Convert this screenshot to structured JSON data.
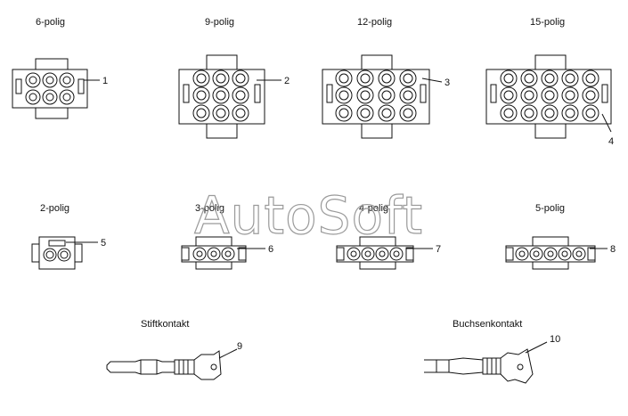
{
  "watermark": "AutoSoft",
  "connectors": [
    {
      "label": "6-polig",
      "callout": "1"
    },
    {
      "label": "9-polig",
      "callout": "2"
    },
    {
      "label": "12-polig",
      "callout": "3"
    },
    {
      "label": "15-polig",
      "callout": "4"
    },
    {
      "label": "2-polig",
      "callout": "5"
    },
    {
      "label": "3-polig",
      "callout": "6"
    },
    {
      "label": "4-polig",
      "callout": "7"
    },
    {
      "label": "5-polig",
      "callout": "8"
    }
  ],
  "contacts": [
    {
      "label": "Stiftkontakt",
      "callout": "9"
    },
    {
      "label": "Buchsenkontakt",
      "callout": "10"
    }
  ]
}
